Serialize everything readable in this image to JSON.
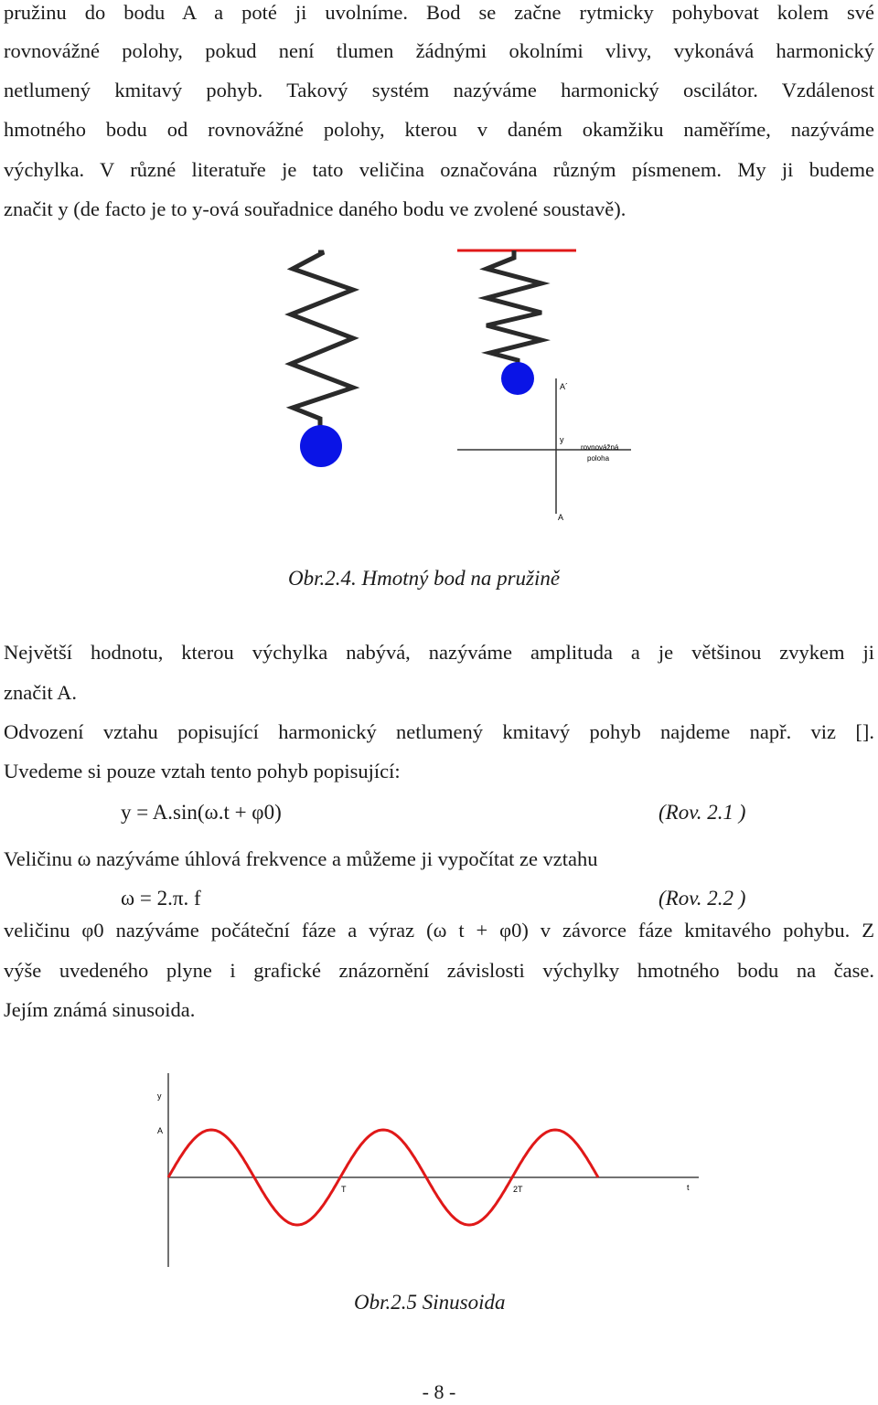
{
  "paragraph1": {
    "lines": [
      "pružinu do bodu A a poté ji uvolníme. Bod se začne rytmicky pohybovat kolem své",
      "rovnovážné polohy, pokud není tlumen žádnými okolními vlivy, vykonává harmonický",
      "netlumený kmitavý pohyb. Takový systém nazýváme harmonický oscilátor. Vzdálenost",
      "hmotného bodu od rovnovážné polohy, kterou v daném okamžiku naměříme, nazýváme",
      "výchylka. V různé literatuře je tato veličina označována různým písmenem. My ji budeme",
      "značit y (de facto je to y-ová souřadnice daného bodu ve zvolené soustavě)."
    ]
  },
  "figure1": {
    "label_a_prime": "A´",
    "label_y": "y",
    "label_eq_line1": "rovnovážná",
    "label_eq_line2": "poloha",
    "label_a": "A",
    "caption": "Obr.2.4. Hmotný bod na pružině"
  },
  "paragraph2": {
    "lines": [
      "Největší hodnotu, kterou výchylka nabývá, nazýváme amplituda a je většinou zvykem ji",
      "značit A.",
      "Odvození vztahu popisující harmonický netlumený kmitavý pohyb najdeme např. viz [].",
      "Uvedeme si pouze vztah tento pohyb popisující:"
    ]
  },
  "equation1": {
    "formula": "y = A.sin(ω.t + φ0)",
    "ref": "(Rov. 2.1 )"
  },
  "paragraph3": {
    "line": "Veličinu ω nazýváme úhlová frekvence a můžeme ji vypočítat ze vztahu"
  },
  "equation2": {
    "formula": "ω = 2.π. f",
    "ref": "(Rov. 2.2 )"
  },
  "paragraph4": {
    "lines": [
      "veličinu φ0 nazýváme počáteční fáze a výraz (ω t + φ0) v závorce fáze kmitavého pohybu. Z",
      "výše uvedeného plyne i grafické znázornění závislosti výchylky hmotného bodu na čase.",
      "Jejím známá sinusoida."
    ]
  },
  "figure2": {
    "axis_y": "y",
    "axis_a": "A",
    "tick_t": "T",
    "tick_2t": "2T",
    "axis_t": "t",
    "caption": "Obr.2.5 Sinusoida"
  },
  "chart_data": {
    "type": "line",
    "x": [
      0,
      0.25,
      0.5,
      0.75,
      1,
      1.25,
      1.5,
      1.75,
      2,
      2.25,
      2.5
    ],
    "values": [
      0,
      1,
      0,
      -1,
      0,
      1,
      0,
      -1,
      0,
      1,
      0
    ],
    "xlabel": "t",
    "ylabel": "y",
    "tick_labels_x": [
      "T",
      "2T"
    ],
    "tick_labels_y": [
      "A"
    ],
    "grid": false
  },
  "footer": {
    "page_number": "- 8 -"
  },
  "colors": {
    "spring": "#2a2a2a",
    "mass": "#0a14e6",
    "ceiling": "#e01818",
    "sine": "#e01818"
  }
}
